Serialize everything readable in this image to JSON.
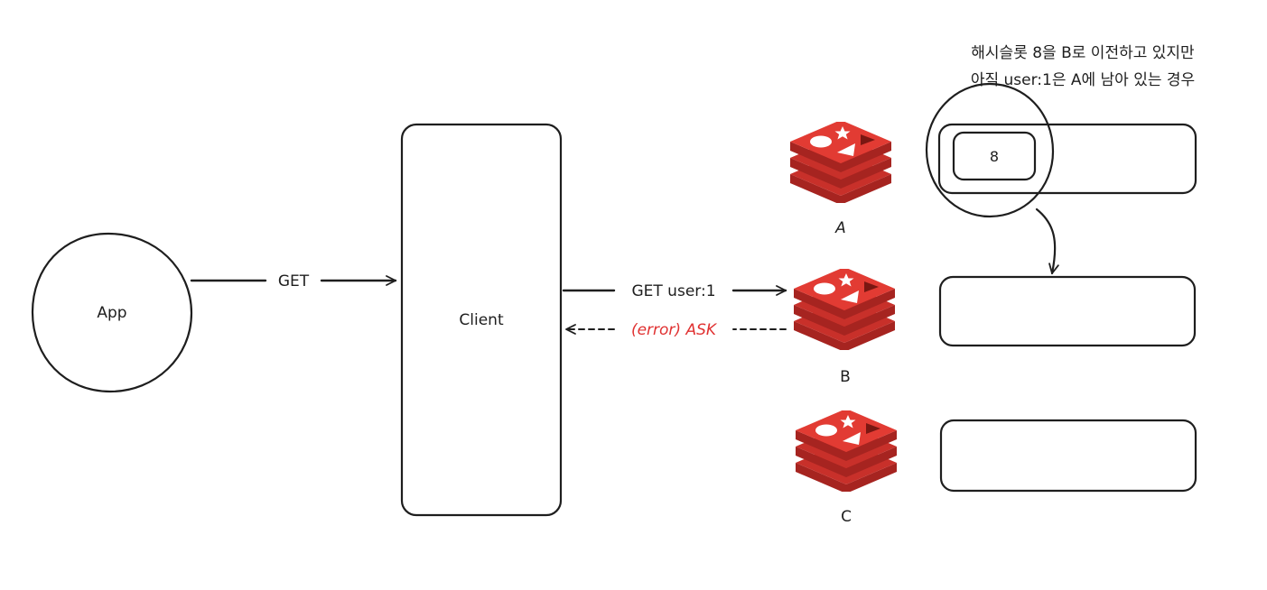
{
  "diagram": {
    "app_label": "App",
    "client_label": "Client",
    "get_label": "GET",
    "get_user_label": "GET user:1",
    "error_label": "(error) ASK",
    "node_a_label": "A",
    "node_b_label": "B",
    "node_c_label": "C",
    "slot_label": "8",
    "note_line1": "해시슬롯 8을 B로 이전하고 있지만",
    "note_line2": "아직 user:1은 A에 남아 있는 경우"
  },
  "colors": {
    "stroke": "#1e1e1e",
    "error": "#e03131",
    "redis_top": "#e23b33",
    "redis_side": "#a62420",
    "redis_mid": "#c8302a"
  },
  "icons": [
    "redis-logo-icon"
  ]
}
